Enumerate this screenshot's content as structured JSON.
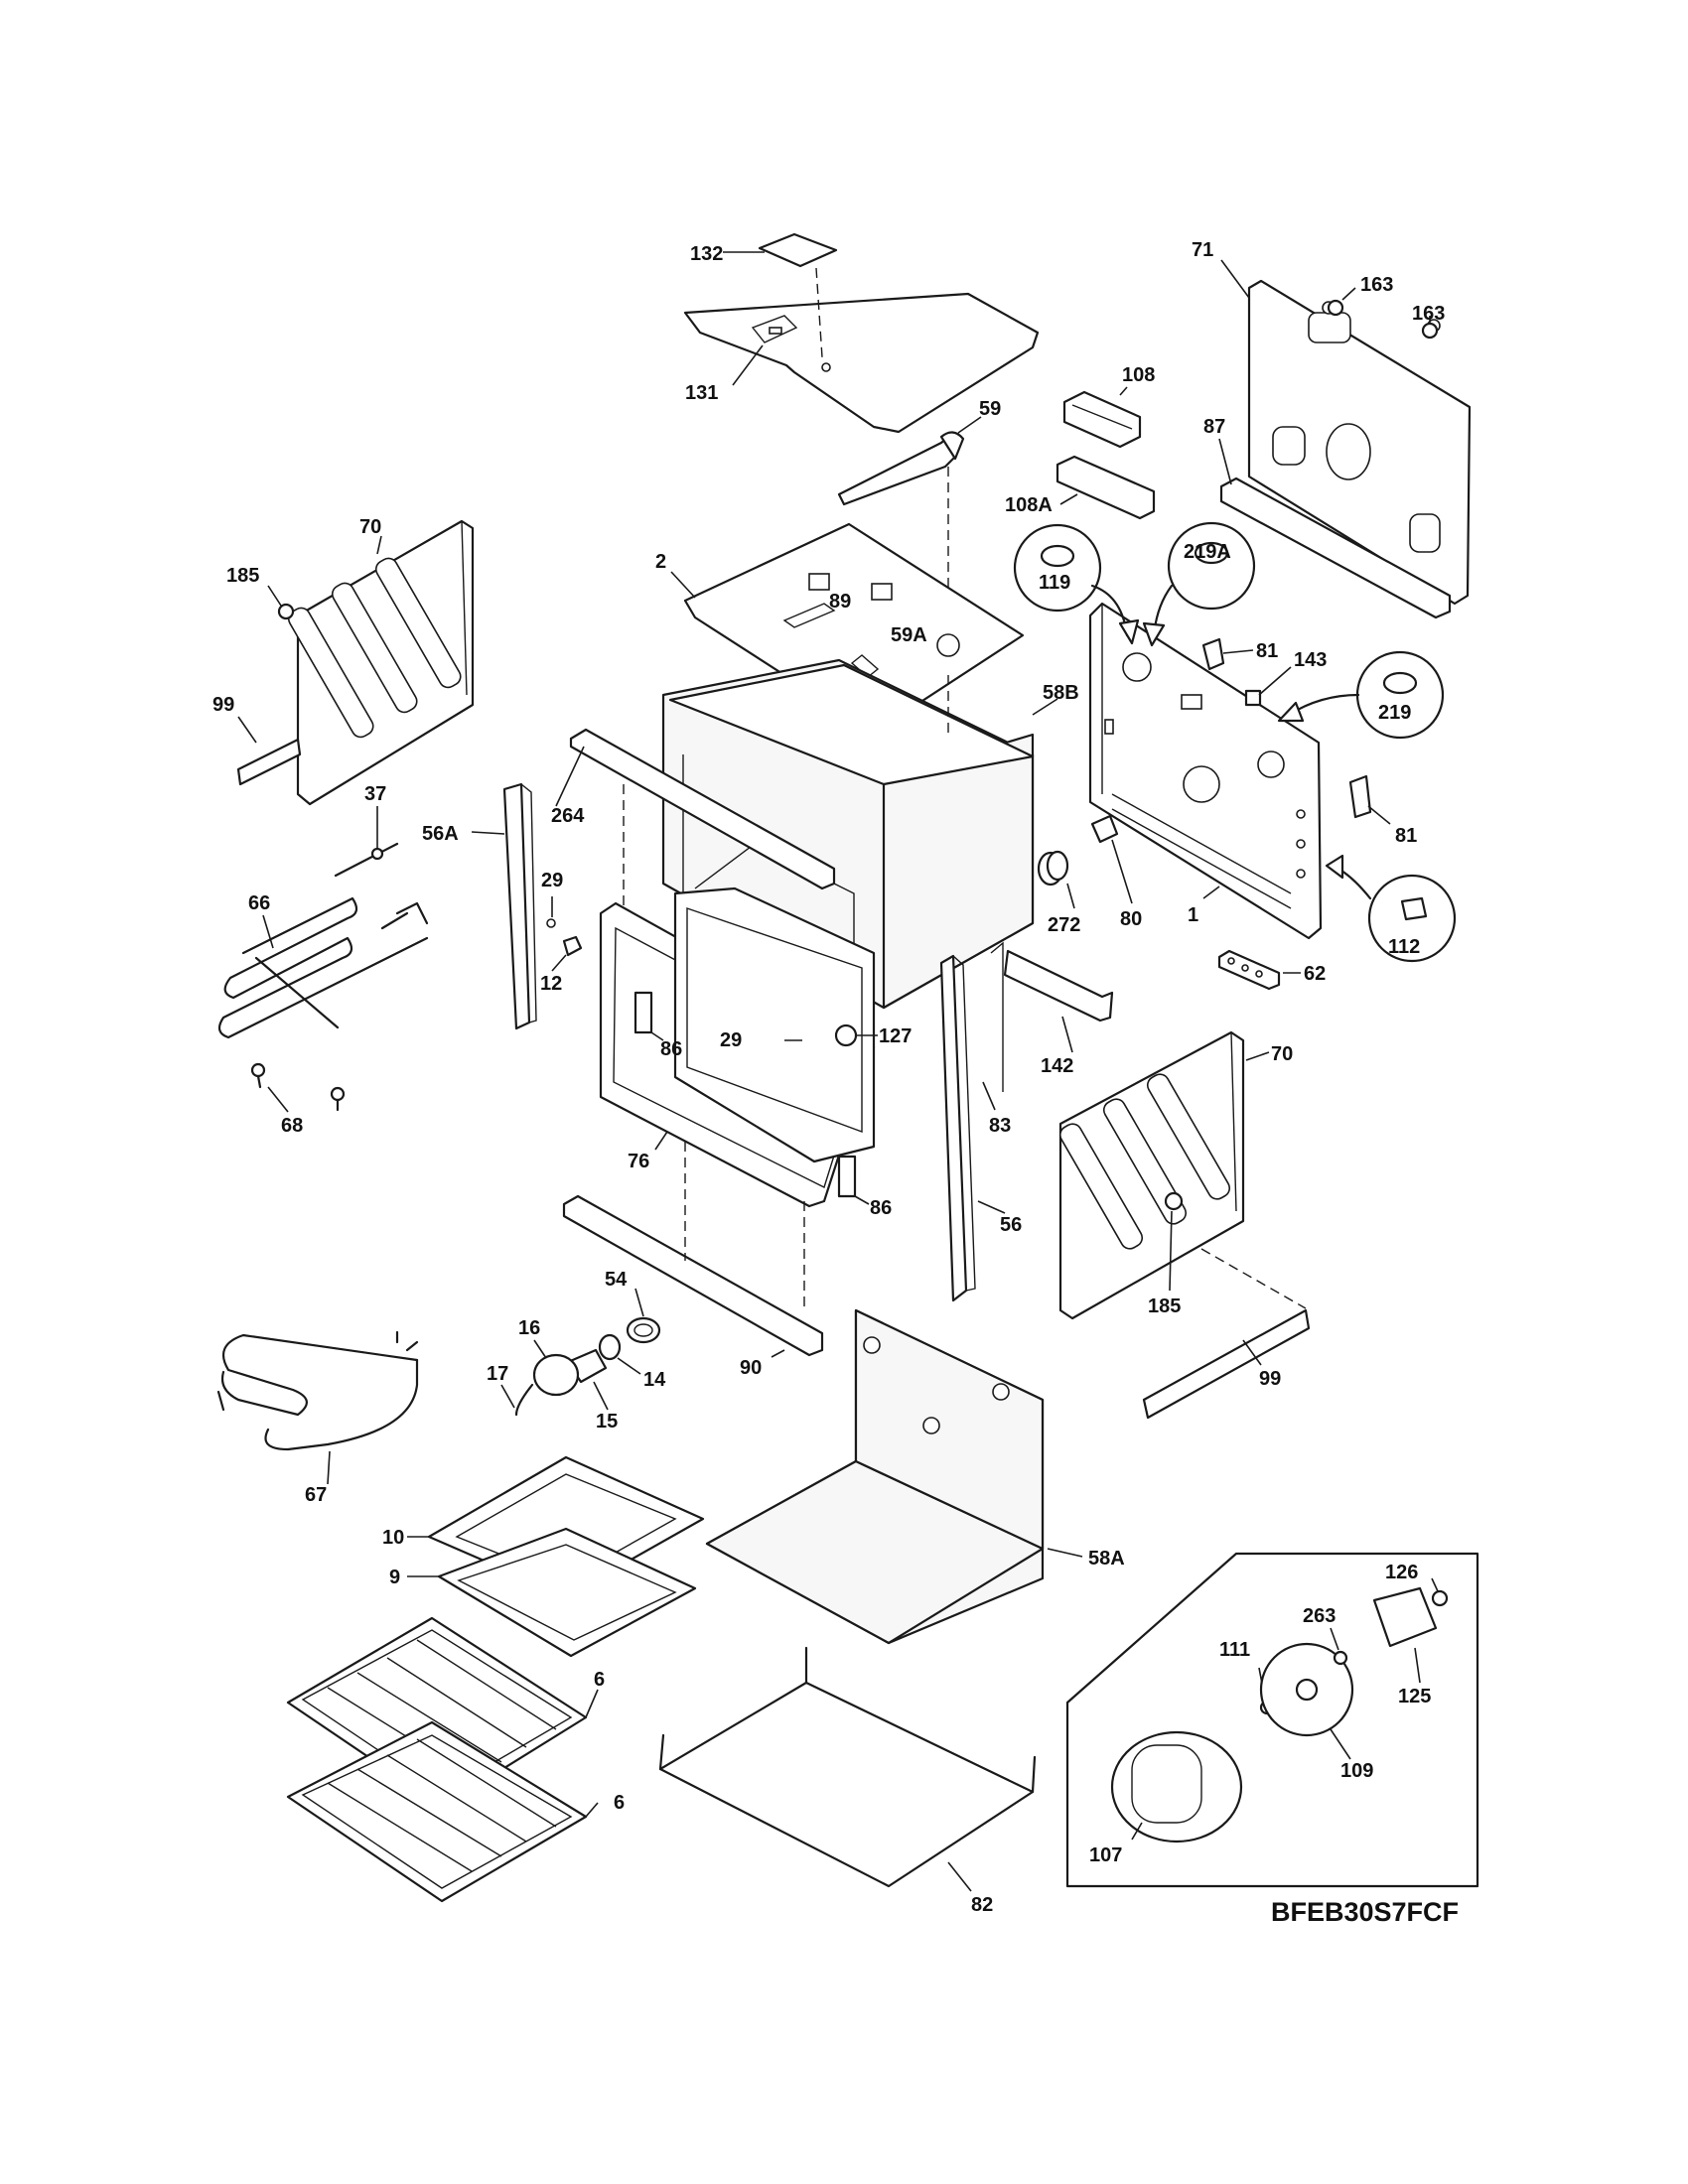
{
  "model_code": "BFEB30S7FCF",
  "labels": {
    "l132": "132",
    "l131": "131",
    "l59": "59",
    "l2": "2",
    "l89": "89",
    "l59A": "59A",
    "l58B": "58B",
    "l264": "264",
    "l56A": "56A",
    "l29a": "29",
    "l12": "12",
    "l29b": "29",
    "l127": "127",
    "l86a": "86",
    "l76": "76",
    "l86b": "86",
    "l90": "90",
    "l56": "56",
    "l83": "83",
    "l142": "142",
    "l272": "272",
    "l80": "80",
    "l1": "1",
    "l62": "62",
    "l112": "112",
    "l81a": "81",
    "l81b": "81",
    "l143": "143",
    "l219": "219",
    "l219A": "219A",
    "l119": "119",
    "l108": "108",
    "l108A": "108A",
    "l87": "87",
    "l71": "71",
    "l163a": "163",
    "l163b": "163",
    "l70a": "70",
    "l185a": "185",
    "l99a": "99",
    "l37": "37",
    "l66": "66",
    "l68": "68",
    "l70b": "70",
    "l185b": "185",
    "l99b": "99",
    "l54": "54",
    "l16": "16",
    "l17": "17",
    "l14": "14",
    "l15": "15",
    "l67": "67",
    "l10": "10",
    "l9": "9",
    "l58A": "58A",
    "l6a": "6",
    "l6b": "6",
    "l82": "82",
    "l126": "126",
    "l263": "263",
    "l111": "111",
    "l125": "125",
    "l109": "109",
    "l107": "107"
  }
}
